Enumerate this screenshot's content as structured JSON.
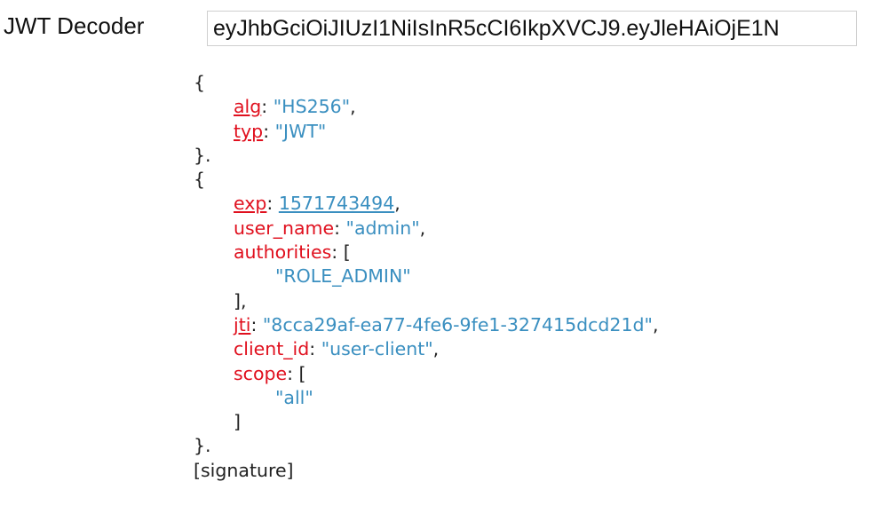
{
  "app": {
    "title": "JWT Decoder"
  },
  "token_input": {
    "value": "eyJhbGciOiJIUzI1NiIsInR5cCI6IkpXVCJ9.eyJleHAiOjE1N"
  },
  "colors": {
    "key": "#e0101e",
    "value": "#3a8fc0"
  },
  "header": {
    "open": "{",
    "alg": {
      "key": "alg",
      "value": "\"HS256\""
    },
    "typ": {
      "key": "typ",
      "value": "\"JWT\""
    },
    "close": "}."
  },
  "payload": {
    "open": "{",
    "exp": {
      "key": "exp",
      "value": "1571743494"
    },
    "user_name": {
      "key": "user_name",
      "value": "\"admin\""
    },
    "authorities": {
      "key": "authorities",
      "items": [
        "\"ROLE_ADMIN\""
      ]
    },
    "jti": {
      "key": "jti",
      "value": "\"8cca29af-ea77-4fe6-9fe1-327415dcd21d\""
    },
    "client_id": {
      "key": "client_id",
      "value": "\"user-client\""
    },
    "scope": {
      "key": "scope",
      "items": [
        "\"all\""
      ]
    },
    "close": "}."
  },
  "signature": "[signature]"
}
